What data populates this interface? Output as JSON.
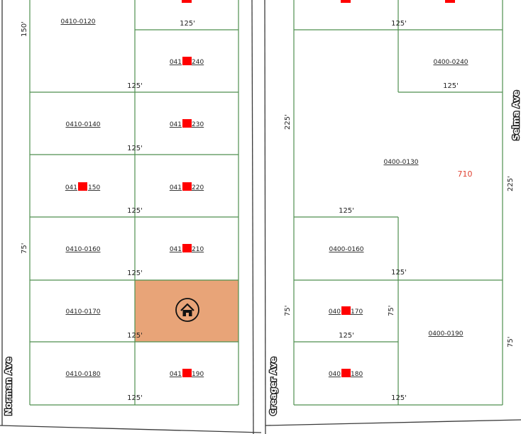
{
  "colors": {
    "parcel_lines": "#4f8f4f",
    "road_lines": "#3a3a3a",
    "selected_fill": "#e8a478",
    "redaction": "#ff0000",
    "address_text": "#e04030"
  },
  "streets": {
    "norman": "Norman Ave",
    "creager": "Creager Ave",
    "selma": "Selma Ave"
  },
  "parcels": {
    "p0410_0120": "0410-0120",
    "p0410_0240": "041",
    "p0410_0240_tail": "240",
    "p0410_0140": "0410-0140",
    "p0410_0230": "041",
    "p0410_0230_tail": "230",
    "p0410_0150": "041",
    "p0410_0150_tail": "150",
    "p0410_0220": "041",
    "p0410_0220_tail": "220",
    "p0410_0160": "0410-0160",
    "p0410_0210": "041",
    "p0410_0210_tail": "210",
    "p0410_0170": "0410-0170",
    "p0410_0180": "0410-0180",
    "p0410_0190": "041",
    "p0410_0190_tail": "190",
    "p0400_0240": "0400-0240",
    "p0400_0130": "0400-0130",
    "p0400_0160": "0400-0160",
    "p0400_0170": "040",
    "p0400_0170_tail": "170",
    "p0400_0180": "040",
    "p0400_0180_tail": "180",
    "p0400_0190": "0400-0190"
  },
  "address_label": "710",
  "dimensions": {
    "d150": "150'",
    "d125": "125'",
    "d225": "225'",
    "d75": "75'"
  },
  "selected_parcel": {
    "icon": "home-icon"
  }
}
